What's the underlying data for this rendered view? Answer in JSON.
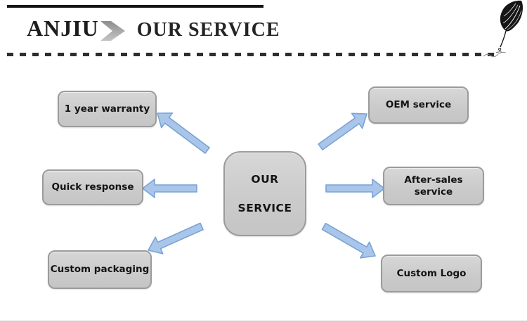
{
  "header": {
    "brand": "ANJIU",
    "title": "OUR SERVICE",
    "brand_chevron_icon": "chevron-right-icon",
    "corner_icon": "quill-pen-icon"
  },
  "diagram": {
    "center": {
      "id": "center",
      "lines": [
        "OUR",
        "SERVICE"
      ]
    },
    "nodes": [
      {
        "id": "warranty",
        "label": "1 year warranty"
      },
      {
        "id": "quick-response",
        "label": "Quick response"
      },
      {
        "id": "custom-packaging",
        "label": "Custom packaging"
      },
      {
        "id": "oem-service",
        "label": "OEM service"
      },
      {
        "id": "after-sales",
        "label": "After-sales service"
      },
      {
        "id": "custom-logo",
        "label": "Custom Logo"
      }
    ],
    "connections": [
      {
        "from": "center",
        "to": "warranty"
      },
      {
        "from": "center",
        "to": "quick-response"
      },
      {
        "from": "center",
        "to": "custom-packaging"
      },
      {
        "from": "center",
        "to": "oem-service"
      },
      {
        "from": "center",
        "to": "after-sales"
      },
      {
        "from": "center",
        "to": "custom-logo"
      }
    ],
    "colors": {
      "node_fill": "#cdcdcd",
      "node_border": "#9b9b9b",
      "arrow_fill": "#a9c6ea",
      "arrow_stroke": "#7aa3d4",
      "label_text": "#141414",
      "header_text": "#1c1c1c",
      "chevron_gray": "#a9a9a9"
    }
  }
}
